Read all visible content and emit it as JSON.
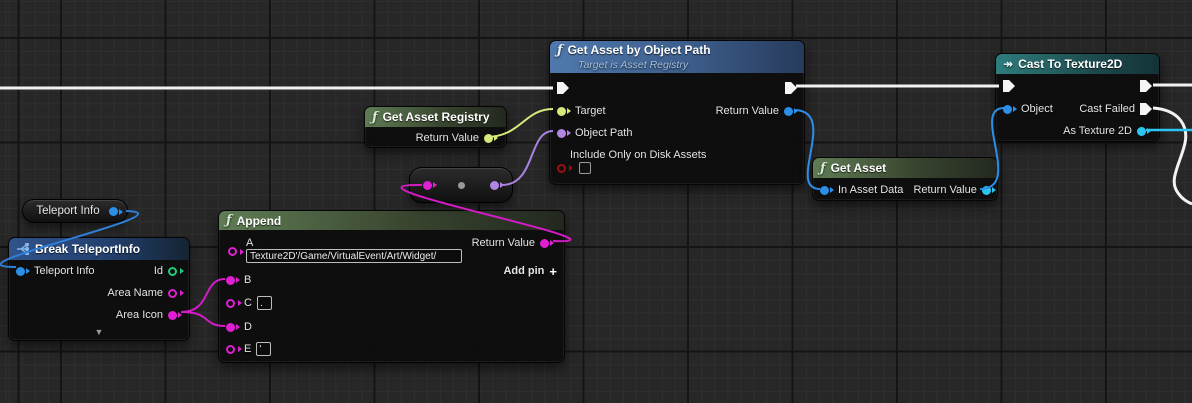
{
  "graph": {
    "background_color": "#272727",
    "exec_wire_color": "#f2f2f2"
  },
  "pin_colors": {
    "exec": "#f5f5f5",
    "string": "#e11fd2",
    "soft_object_path": "#b185e2",
    "object": "#2b8fe8",
    "texture2d": "#2cc5f2",
    "name_id": "#1fce7c",
    "boolean": "#9b1111",
    "asset_registry": "#d9e87c"
  },
  "icons": {
    "function_glyph": "ƒ",
    "cast_glyph": "↠",
    "add_pin_glyph": "+",
    "collapse_glyph": "▼"
  },
  "nodes": {
    "teleport_info_variable": {
      "title": "Teleport Info"
    },
    "break_teleport_info": {
      "title": "Break TeleportInfo",
      "pins": {
        "teleport_info": "Teleport Info",
        "id": "Id",
        "area_name": "Area Name",
        "area_icon": "Area Icon"
      }
    },
    "append": {
      "title": "Append",
      "pins": {
        "a": "A",
        "b": "B",
        "c": "C",
        "d": "D",
        "e": "E",
        "return_value": "Return Value"
      },
      "values": {
        "a": "Texture2D'/Game/VirtualEvent/Art/Widget/",
        "c": ".",
        "e": "'"
      },
      "add_pin_label": "Add pin"
    },
    "get_asset_registry": {
      "title": "Get Asset Registry",
      "pins": {
        "return_value": "Return Value"
      }
    },
    "get_asset_by_object_path": {
      "title": "Get Asset by Object Path",
      "subtitle": "Target is Asset Registry",
      "pins": {
        "target": "Target",
        "object_path": "Object Path",
        "include_only_on_disk_assets": "Include Only on Disk Assets",
        "return_value": "Return Value"
      },
      "include_only_on_disk_assets_checked": false
    },
    "get_asset": {
      "title": "Get Asset",
      "pins": {
        "in_asset_data": "In Asset Data",
        "return_value": "Return Value"
      }
    },
    "cast_to_texture2d": {
      "title": "Cast To Texture2D",
      "pins": {
        "object": "Object",
        "cast_failed": "Cast Failed",
        "as_texture_2d": "As Texture 2D"
      }
    }
  }
}
